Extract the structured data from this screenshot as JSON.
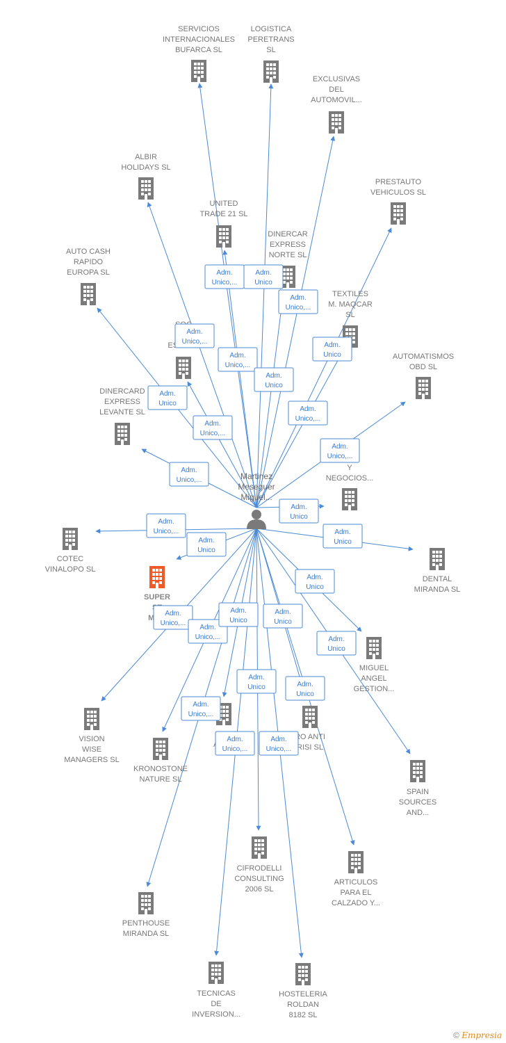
{
  "colors": {
    "edge": "#4a8ad6",
    "building": "#7a7a7a",
    "building_highlight": "#f05a28",
    "person": "#7a7a7a"
  },
  "person": {
    "label_lines": [
      "Martinez",
      "Meseguer",
      "Miguel..."
    ],
    "icon": "person-icon"
  },
  "companies": [
    {
      "id": "servicios",
      "lines": [
        "SERVICIOS",
        "INTERNACIONALES",
        "BUFARCA  SL"
      ]
    },
    {
      "id": "logistica",
      "lines": [
        "LOGISTICA",
        "PERETRANS",
        "SL"
      ]
    },
    {
      "id": "exclusivas",
      "lines": [
        "EXCLUSIVAS",
        "DEL",
        "AUTOMOVIL..."
      ]
    },
    {
      "id": "albir",
      "lines": [
        "ALBIR",
        "HOLIDAYS  SL"
      ]
    },
    {
      "id": "prestauto",
      "lines": [
        "PRESTAUTO",
        "VEHICULOS  SL"
      ]
    },
    {
      "id": "united",
      "lines": [
        "UNITED",
        "TRADE 21  SL"
      ]
    },
    {
      "id": "dinercar_norte",
      "lines": [
        "DINERCAR",
        "EXPRESS",
        "NORTE  SL"
      ]
    },
    {
      "id": "autocash",
      "lines": [
        "AUTO CASH",
        "RAPIDO",
        "EUROPA  SL"
      ]
    },
    {
      "id": "textiles",
      "lines": [
        "TEXTILES",
        "M.  MAQCAR",
        "SL"
      ]
    },
    {
      "id": "estruct",
      "lines": [
        "SOC",
        "NU",
        "ESTRUC"
      ]
    },
    {
      "id": "automatismos",
      "lines": [
        "AUTOMATISMOS",
        "OBD  SL"
      ]
    },
    {
      "id": "dinercard_levante",
      "lines": [
        "DINERCARD",
        "EXPRESS",
        "LEVANTE SL"
      ]
    },
    {
      "id": "negocios",
      "lines": [
        "NES",
        "Y",
        "NEGOCIOS..."
      ]
    },
    {
      "id": "cotec",
      "lines": [
        "COTEC",
        "VINALOPO  SL"
      ]
    },
    {
      "id": "dental",
      "lines": [
        "DENTAL",
        "MIRANDA SL"
      ]
    },
    {
      "id": "super",
      "lines": [
        "SUPER",
        "ST",
        "MOD"
      ]
    },
    {
      "id": "miguel_angel",
      "lines": [
        "MIGUEL",
        "ANGEL",
        "GESTION..."
      ]
    },
    {
      "id": "vision",
      "lines": [
        "VISION",
        "WISE",
        "MANAGERS  SL"
      ]
    },
    {
      "id": "kronostone",
      "lines": [
        "KRONOSTONE",
        "NATURE  SL"
      ]
    },
    {
      "id": "pre_alqu",
      "lines": [
        "PRE",
        "ALQU"
      ]
    },
    {
      "id": "ro_anti",
      "lines": [
        "RO ANTI",
        "RISI  SL"
      ]
    },
    {
      "id": "spain",
      "lines": [
        "SPAIN",
        "SOURCES",
        "AND..."
      ]
    },
    {
      "id": "cifrodelli",
      "lines": [
        "CIFRODELLI",
        "CONSULTING",
        "2006  SL"
      ]
    },
    {
      "id": "articulos",
      "lines": [
        "ARTICULOS",
        "PARA EL",
        "CALZADO Y..."
      ]
    },
    {
      "id": "penthouse",
      "lines": [
        "PENTHOUSE",
        "MIRANDA  SL"
      ]
    },
    {
      "id": "tecnicas",
      "lines": [
        "TECNICAS",
        "DE",
        "INVERSION..."
      ]
    },
    {
      "id": "hosteleria",
      "lines": [
        "HOSTELERIA",
        "ROLDAN",
        "8182  SL"
      ]
    }
  ],
  "edge_labels": [
    {
      "lines": [
        "Adm.",
        "Unico,..."
      ]
    },
    {
      "lines": [
        "Adm.",
        "Unico"
      ]
    },
    {
      "lines": [
        "Adm.",
        "Unico,..."
      ]
    },
    {
      "lines": [
        "Adm.",
        "Unico,..."
      ]
    },
    {
      "lines": [
        "Adm.",
        "Unico"
      ]
    },
    {
      "lines": [
        "Adm.",
        "Unico,..."
      ]
    },
    {
      "lines": [
        "Adm.",
        "Unico"
      ]
    },
    {
      "lines": [
        "Adm.",
        "Unico"
      ]
    },
    {
      "lines": [
        "Adm.",
        "Unico,..."
      ]
    },
    {
      "lines": [
        "Adm.",
        "Unico,..."
      ]
    },
    {
      "lines": [
        "Adm.",
        "Unico,..."
      ]
    },
    {
      "lines": [
        "Adm.",
        "Unico,..."
      ]
    },
    {
      "lines": [
        "Adm.",
        "Unico"
      ]
    },
    {
      "lines": [
        "Adm.",
        "Unico,..."
      ]
    },
    {
      "lines": [
        "Adm.",
        "Unico"
      ]
    },
    {
      "lines": [
        "Adm.",
        "Unico"
      ]
    },
    {
      "lines": [
        "Adm.",
        "Unico"
      ]
    },
    {
      "lines": [
        "Adm.",
        "Unico,..."
      ]
    },
    {
      "lines": [
        "Adm.",
        "Unico,..."
      ]
    },
    {
      "lines": [
        "Adm.",
        "Unico"
      ]
    },
    {
      "lines": [
        "Adm.",
        "Unico"
      ]
    },
    {
      "lines": [
        "Adm.",
        "Unico"
      ]
    },
    {
      "lines": [
        "Adm.",
        "Unico"
      ]
    },
    {
      "lines": [
        "Adm.",
        "Unico,..."
      ]
    },
    {
      "lines": [
        "Adm.",
        "Unico"
      ]
    },
    {
      "lines": [
        "Adm.",
        "Unico,..."
      ]
    },
    {
      "lines": [
        "Adm.",
        "Unico,..."
      ]
    }
  ],
  "footer": {
    "copyright": "©",
    "brand": "Empresia"
  }
}
